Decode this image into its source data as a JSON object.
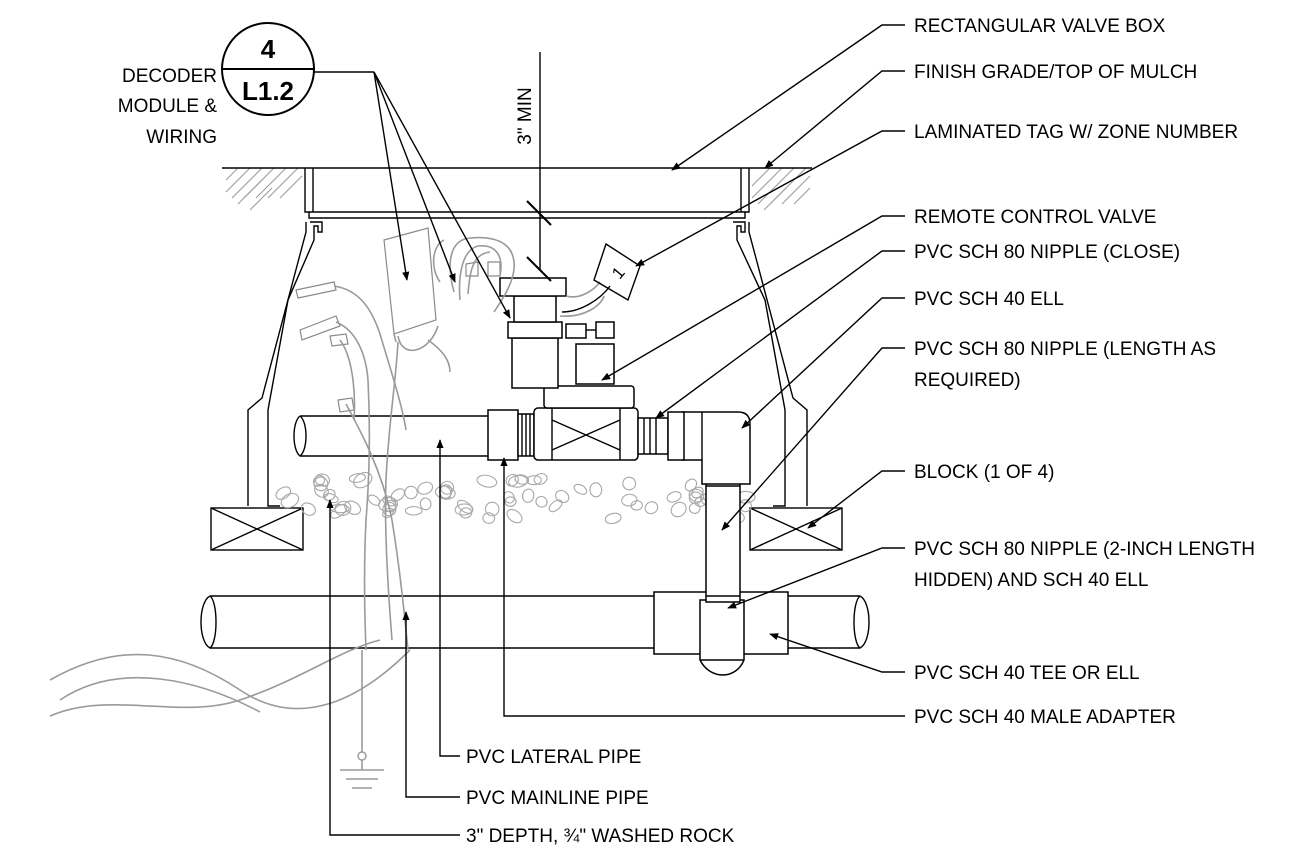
{
  "detail_ref": {
    "number": "4",
    "sheet": "L1.2"
  },
  "dimension": "3\" MIN",
  "tag_number": "1",
  "labels": {
    "decoder": [
      "DECODER",
      "MODULE &",
      "WIRING"
    ],
    "valve_box": "RECTANGULAR VALVE BOX",
    "finish_grade": "FINISH GRADE/TOP OF MULCH",
    "laminated_tag": "LAMINATED TAG W/ ZONE NUMBER",
    "remote_valve": "REMOTE CONTROL VALVE",
    "nipple_close": "PVC SCH 80 NIPPLE (CLOSE)",
    "ell_40": "PVC SCH 40 ELL",
    "nipple_length": [
      "PVC SCH 80 NIPPLE (LENGTH AS",
      "REQUIRED)"
    ],
    "block": "BLOCK (1 OF 4)",
    "nipple_2inch": [
      "PVC SCH 80 NIPPLE (2-INCH LENGTH",
      "HIDDEN) AND SCH 40 ELL"
    ],
    "tee_ell": "PVC SCH 40 TEE OR ELL",
    "male_adapter": "PVC SCH 40 MALE ADAPTER",
    "lateral_pipe": "PVC LATERAL PIPE",
    "mainline_pipe": "PVC MAINLINE PIPE",
    "washed_rock": "3\" DEPTH, ¾\" WASHED ROCK"
  }
}
